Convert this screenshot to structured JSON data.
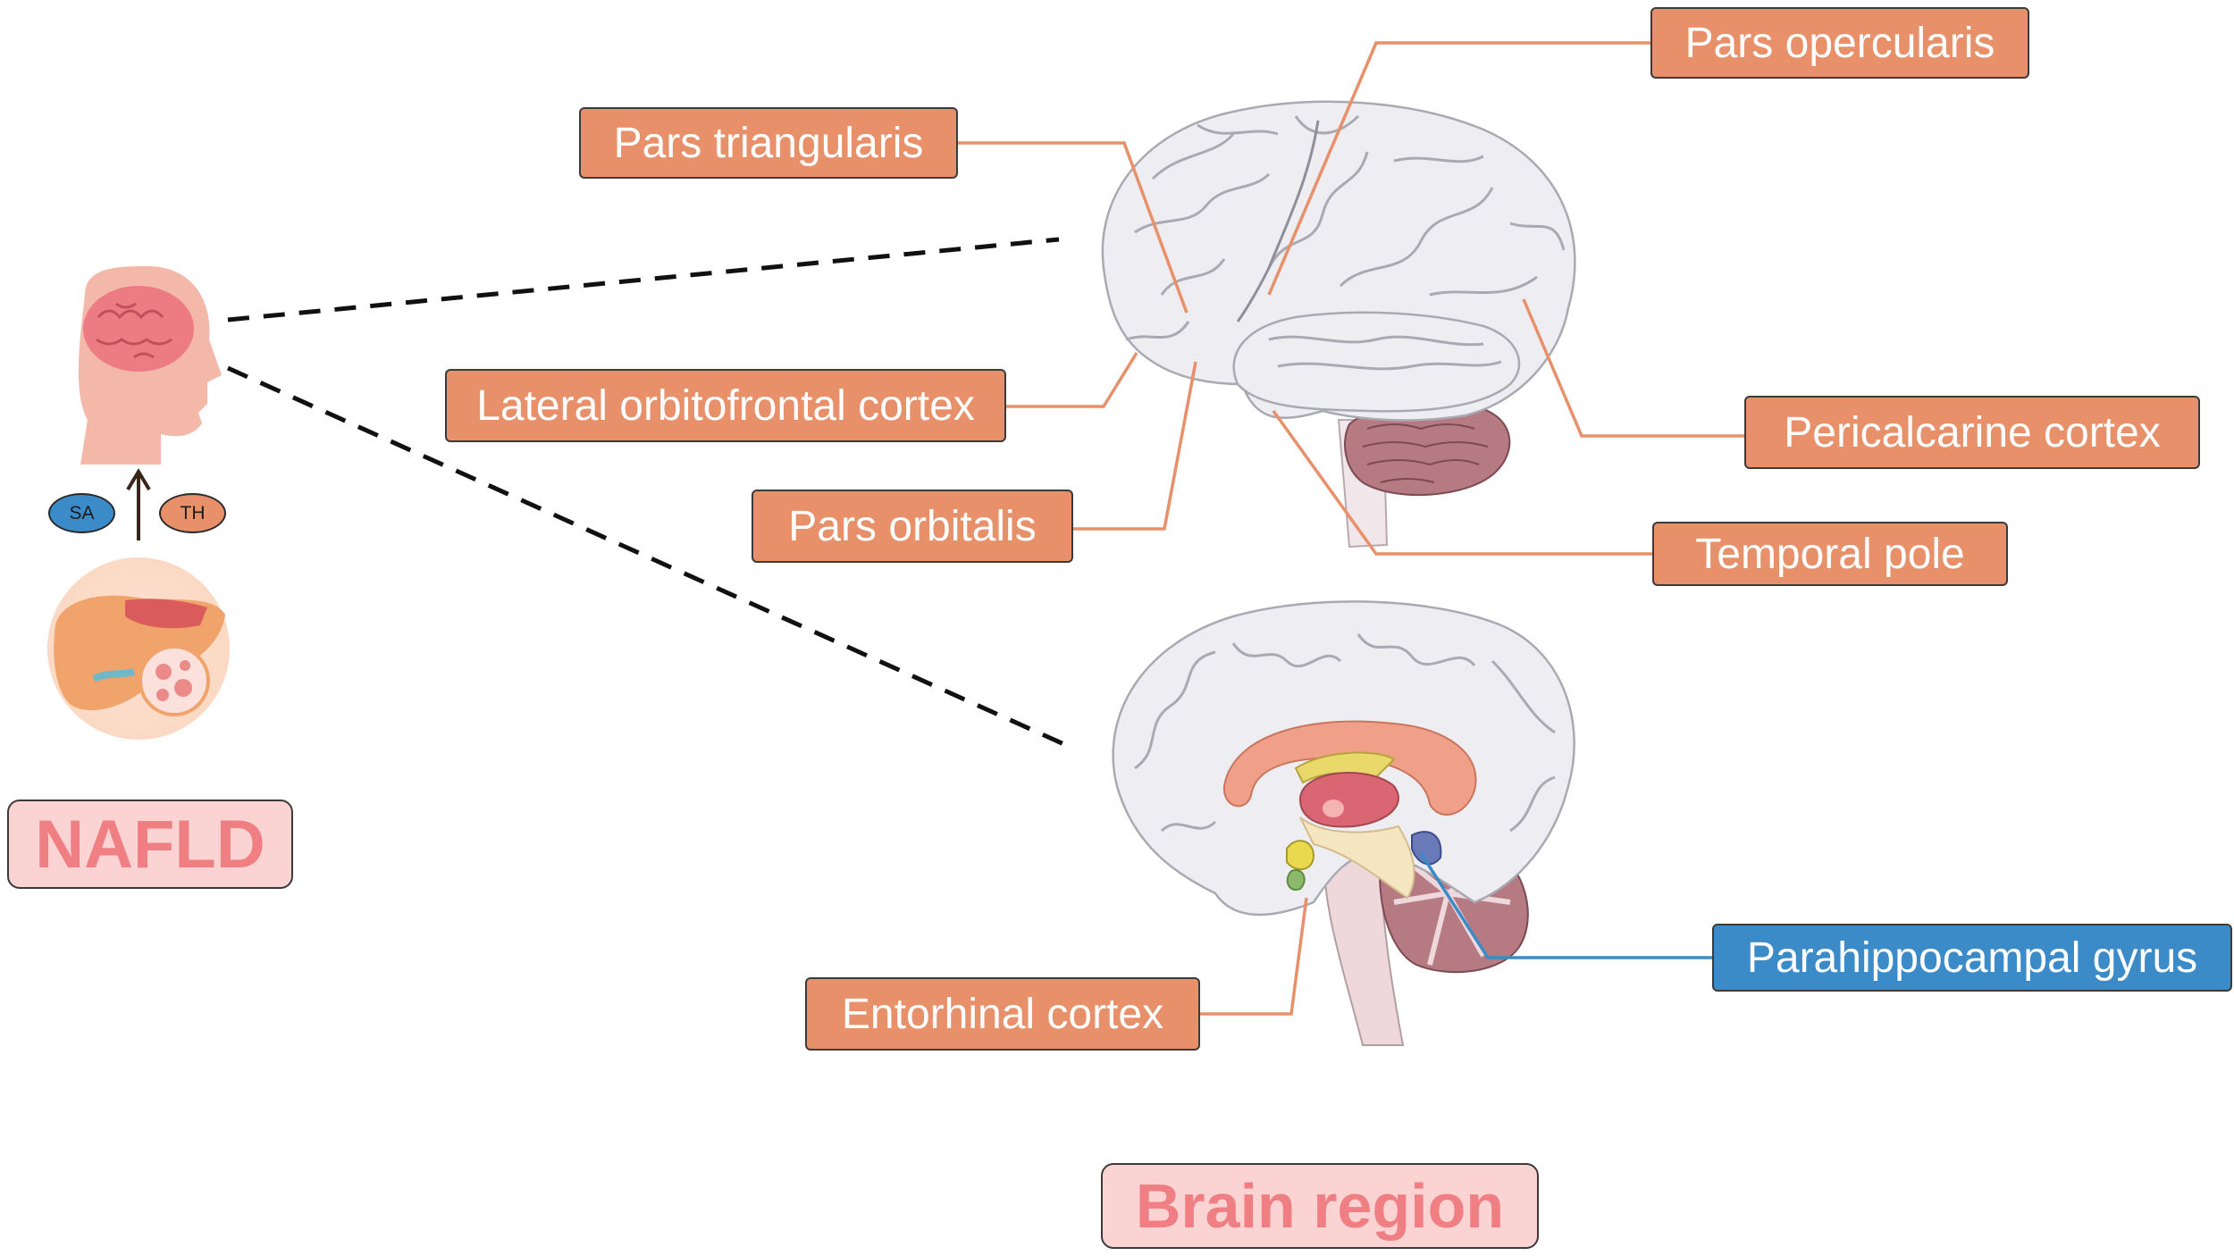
{
  "left": {
    "title": "NAFLD",
    "ovals": {
      "sa": "SA",
      "th": "TH"
    },
    "icons": [
      "head-with-brain-icon",
      "liver-icon",
      "arrow-up-icon"
    ]
  },
  "labels": {
    "pars_opercularis": "Pars opercularis",
    "pars_triangularis": "Pars triangularis",
    "lateral_orbitofrontal": "Lateral orbitofrontal cortex",
    "pars_orbitalis": "Pars orbitalis",
    "pericalcarine": "Pericalcarine cortex",
    "temporal_pole": "Temporal pole",
    "parahippocampal": "Parahippocampal gyrus",
    "entorhinal": "Entorhinal cortex"
  },
  "bottom_title": "Brain region",
  "colors": {
    "label_orange": "#e8906a",
    "label_blue": "#3b8bc8",
    "title_text": "#f07f84",
    "title_bg": "#fbd3d3",
    "brain_grey": "#eeeef2",
    "cerebellum": "#b57a82"
  }
}
